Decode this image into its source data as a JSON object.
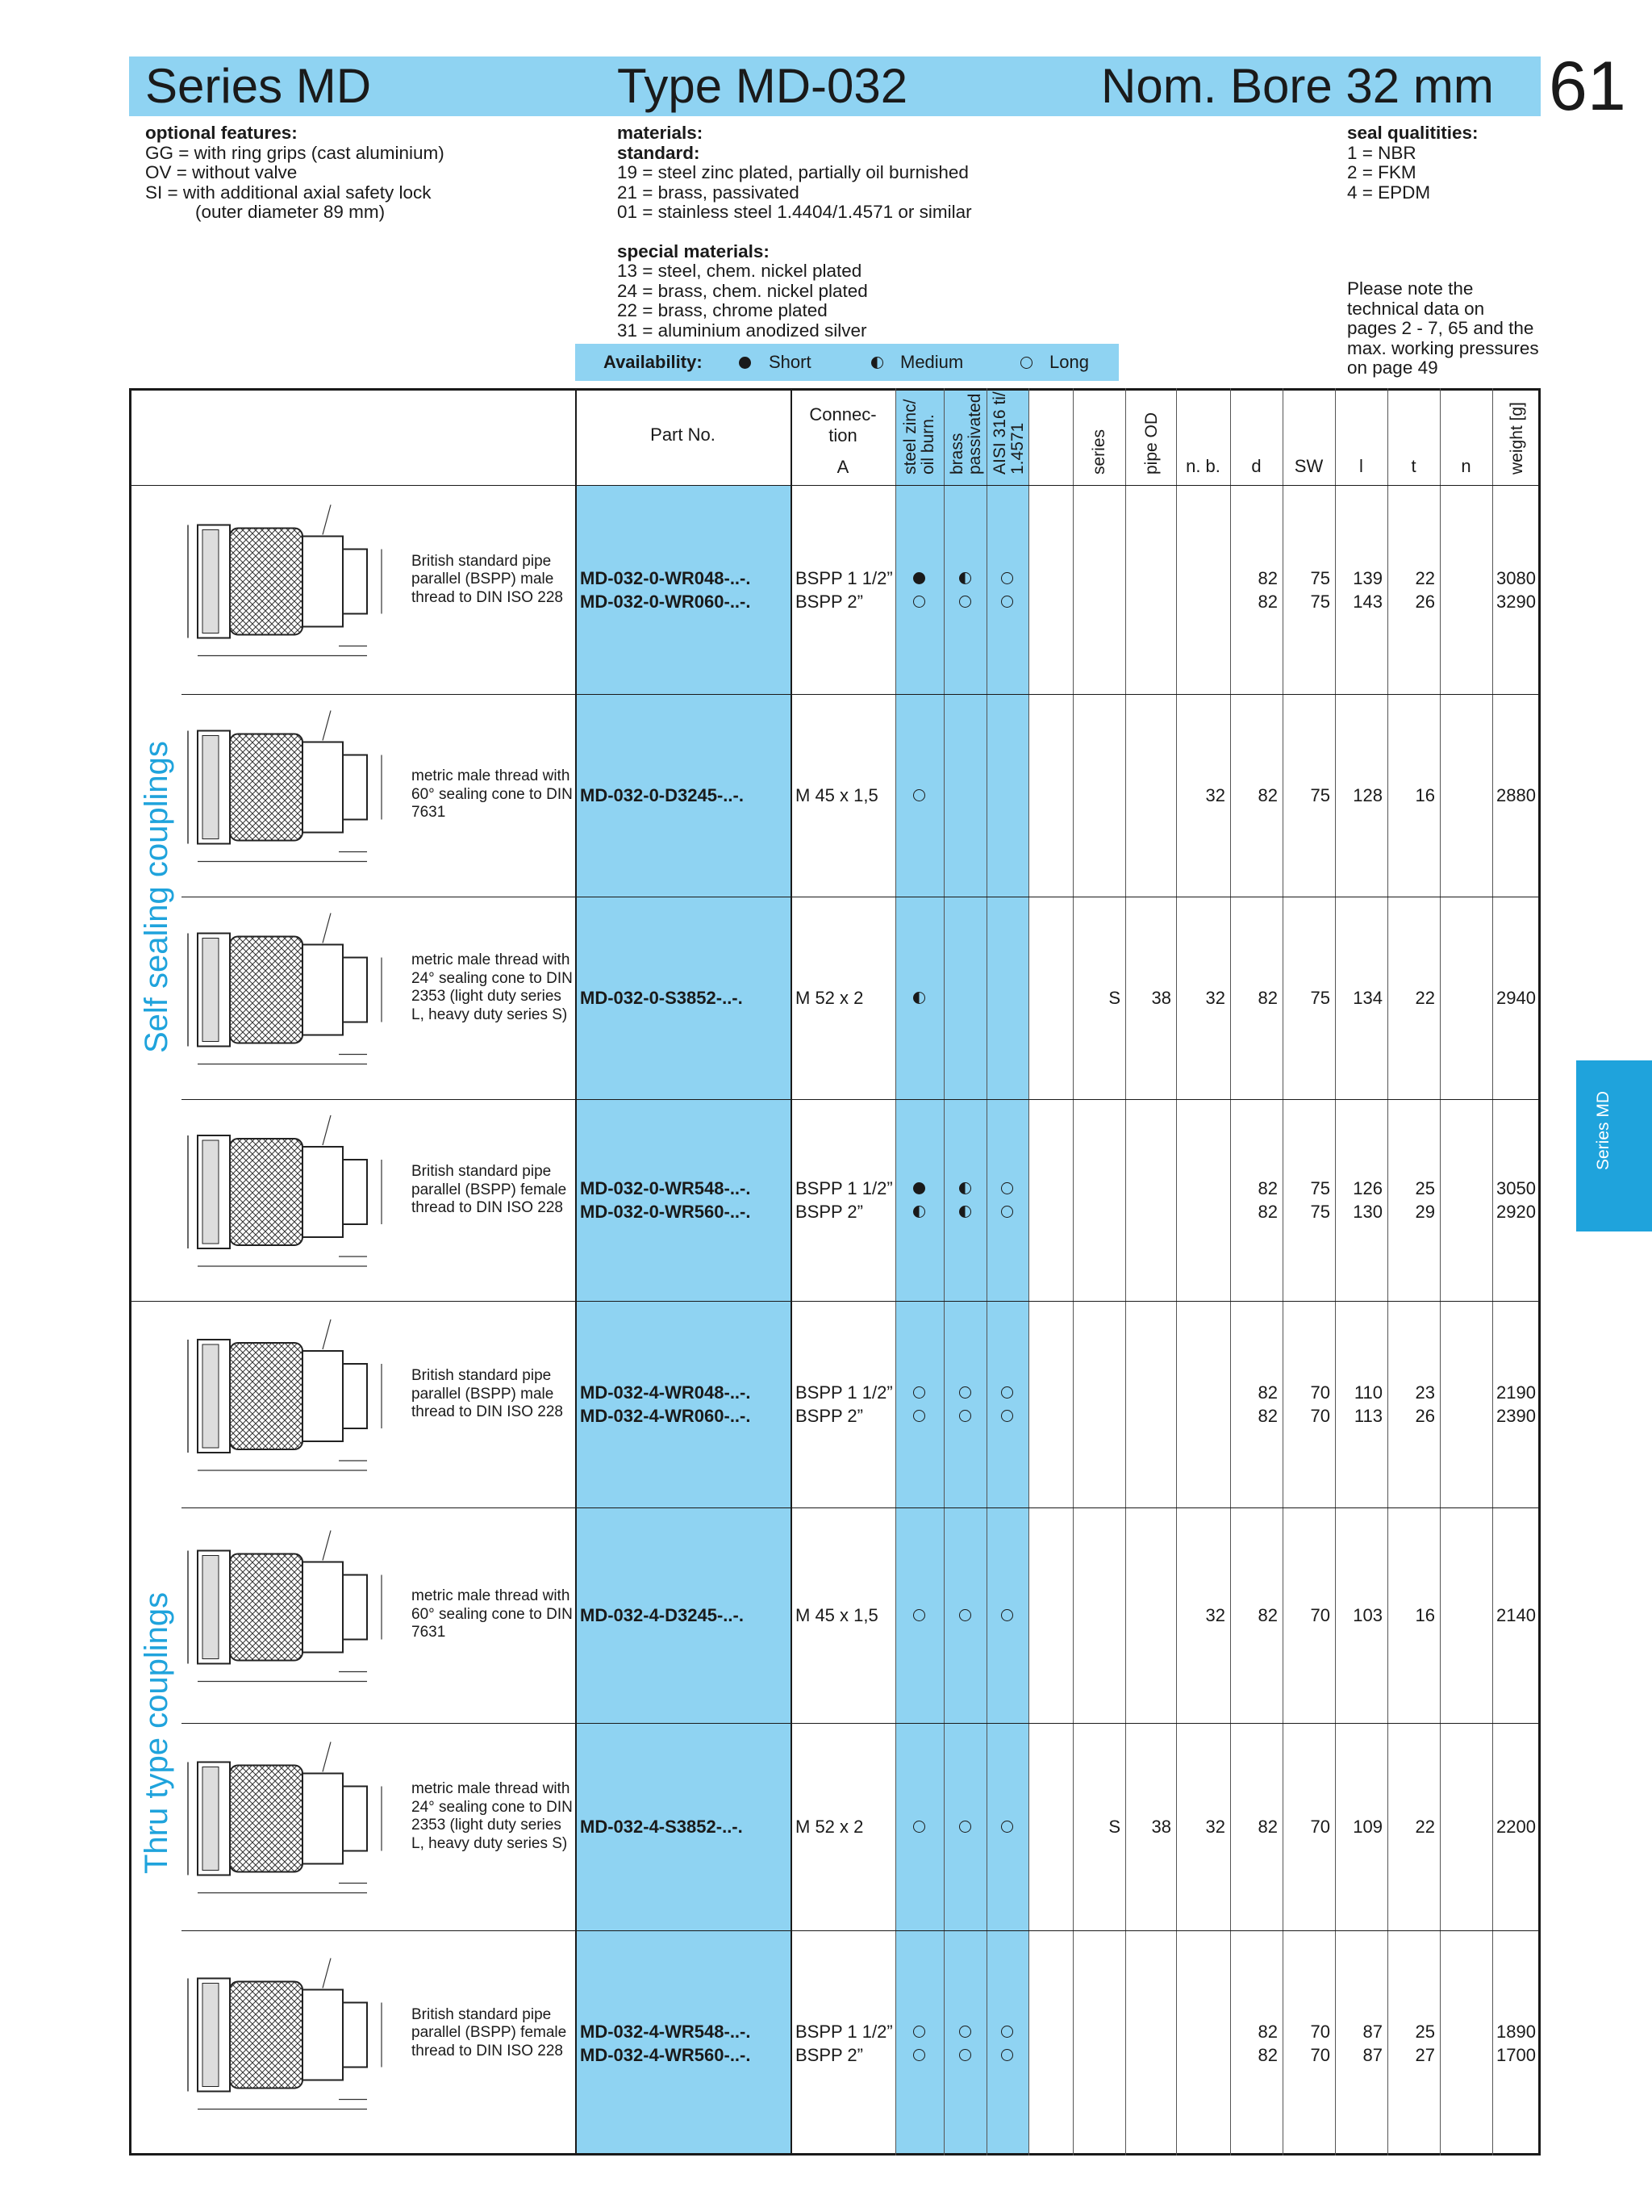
{
  "header": {
    "series": "Series MD",
    "type": "Type MD-032",
    "bore": "Nom. Bore 32 mm",
    "page_number": "61"
  },
  "optional_features": {
    "title": "optional features:",
    "lines": [
      "GG = with ring grips (cast aluminium)",
      "OV = without valve",
      "SI   = with additional axial safety lock",
      "(outer diameter 89 mm)"
    ]
  },
  "materials": {
    "title": "materials:",
    "standard_title": "standard:",
    "standard": [
      "19 = steel zinc plated, partially oil burnished",
      "21 = brass, passivated",
      "01 = stainless steel 1.4404/1.4571 or similar"
    ],
    "special_title": "special materials:",
    "special": [
      "13 = steel, chem. nickel plated",
      "24 = brass, chem. nickel plated",
      "22 = brass, chrome plated",
      "31 = aluminium anodized silver"
    ]
  },
  "seal": {
    "title": "seal qualitities:",
    "lines": [
      "1 = NBR",
      "2 = FKM",
      "4 = EPDM"
    ]
  },
  "note": {
    "lines": [
      "Please note the",
      "technical data on",
      "pages 2 - 7, 65 and the",
      "max. working pressures",
      "on page 49"
    ]
  },
  "availability": {
    "label": "Availability:",
    "short": "Short",
    "medium": "Medium",
    "long": "Long"
  },
  "columns": {
    "part_no": "Part No.",
    "connection_1": "Connec-",
    "connection_2": "tion",
    "connection_3": "A",
    "steel_1": "steel zinc/",
    "steel_2": "oil burn.",
    "brass_1": "brass",
    "brass_2": "passivated",
    "aisi_1": "AISI 316 ti/",
    "aisi_2": "1.4571",
    "series": "series",
    "pipe_od": "pipe OD",
    "nb": "n. b.",
    "d": "d",
    "sw": "SW",
    "l": "l",
    "t": "t",
    "n": "n",
    "weight": "weight [g]"
  },
  "side_labels": {
    "self_sealing": "Self sealing couplings",
    "thru_type": "Thru type couplings",
    "tab": "Series MD"
  },
  "rows": [
    {
      "desc": "British standard pipe parallel (BSPP) male thread to DIN ISO 228",
      "items": [
        {
          "part": "MD-032-0-WR048-..-.",
          "conn": "BSPP 1 1/2”",
          "steel": "short",
          "brass": "medium",
          "aisi": "long",
          "series": "",
          "pipe": "",
          "nb": "",
          "d": "82",
          "sw": "75",
          "l": "139",
          "t": "22",
          "n": "",
          "w": "3080"
        },
        {
          "part": "MD-032-0-WR060-..-.",
          "conn": "BSPP 2”",
          "steel": "long",
          "brass": "long",
          "aisi": "long",
          "series": "",
          "pipe": "",
          "nb": "",
          "d": "82",
          "sw": "75",
          "l": "143",
          "t": "26",
          "n": "",
          "w": "3290"
        }
      ]
    },
    {
      "desc": "metric male thread with 60° sealing cone to DIN 7631",
      "items": [
        {
          "part": "MD-032-0-D3245-..-.",
          "conn": "M 45 x 1,5",
          "steel": "long",
          "brass": "",
          "aisi": "",
          "series": "",
          "pipe": "",
          "nb": "32",
          "d": "82",
          "sw": "75",
          "l": "128",
          "t": "16",
          "n": "",
          "w": "2880"
        }
      ]
    },
    {
      "desc": "metric male thread with 24° sealing cone to DIN 2353 (light duty series L, heavy duty series S)",
      "items": [
        {
          "part": "MD-032-0-S3852-..-.",
          "conn": "M 52 x 2",
          "steel": "medium",
          "brass": "",
          "aisi": "",
          "series": "S",
          "pipe": "38",
          "nb": "32",
          "d": "82",
          "sw": "75",
          "l": "134",
          "t": "22",
          "n": "",
          "w": "2940"
        }
      ]
    },
    {
      "desc": "British standard pipe parallel (BSPP) female thread to DIN ISO 228",
      "items": [
        {
          "part": "MD-032-0-WR548-..-.",
          "conn": "BSPP 1 1/2”",
          "steel": "short",
          "brass": "medium",
          "aisi": "long",
          "series": "",
          "pipe": "",
          "nb": "",
          "d": "82",
          "sw": "75",
          "l": "126",
          "t": "25",
          "n": "",
          "w": "3050"
        },
        {
          "part": "MD-032-0-WR560-..-.",
          "conn": "BSPP 2”",
          "steel": "medium",
          "brass": "medium",
          "aisi": "long",
          "series": "",
          "pipe": "",
          "nb": "",
          "d": "82",
          "sw": "75",
          "l": "130",
          "t": "29",
          "n": "",
          "w": "2920"
        }
      ]
    },
    {
      "desc": "British standard pipe parallel (BSPP) male thread to DIN ISO 228",
      "items": [
        {
          "part": "MD-032-4-WR048-..-.",
          "conn": "BSPP 1 1/2”",
          "steel": "long",
          "brass": "long",
          "aisi": "long",
          "series": "",
          "pipe": "",
          "nb": "",
          "d": "82",
          "sw": "70",
          "l": "110",
          "t": "23",
          "n": "",
          "w": "2190"
        },
        {
          "part": "MD-032-4-WR060-..-.",
          "conn": "BSPP 2”",
          "steel": "long",
          "brass": "long",
          "aisi": "long",
          "series": "",
          "pipe": "",
          "nb": "",
          "d": "82",
          "sw": "70",
          "l": "113",
          "t": "26",
          "n": "",
          "w": "2390"
        }
      ]
    },
    {
      "desc": "metric male thread with 60° sealing cone to DIN 7631",
      "items": [
        {
          "part": "MD-032-4-D3245-..-.",
          "conn": "M 45 x 1,5",
          "steel": "long",
          "brass": "long",
          "aisi": "long",
          "series": "",
          "pipe": "",
          "nb": "32",
          "d": "82",
          "sw": "70",
          "l": "103",
          "t": "16",
          "n": "",
          "w": "2140"
        }
      ]
    },
    {
      "desc": "metric male thread with 24° sealing cone to DIN 2353 (light duty series L, heavy duty series S)",
      "items": [
        {
          "part": "MD-032-4-S3852-..-.",
          "conn": "M 52 x 2",
          "steel": "long",
          "brass": "long",
          "aisi": "long",
          "series": "S",
          "pipe": "38",
          "nb": "32",
          "d": "82",
          "sw": "70",
          "l": "109",
          "t": "22",
          "n": "",
          "w": "2200"
        }
      ]
    },
    {
      "desc": "British standard pipe parallel (BSPP) female thread to DIN ISO 228",
      "items": [
        {
          "part": "MD-032-4-WR548-..-.",
          "conn": "BSPP 1 1/2”",
          "steel": "long",
          "brass": "long",
          "aisi": "long",
          "series": "",
          "pipe": "",
          "nb": "",
          "d": "82",
          "sw": "70",
          "l": "87",
          "t": "25",
          "n": "",
          "w": "1890"
        },
        {
          "part": "MD-032-4-WR560-..-.",
          "conn": "BSPP 2”",
          "steel": "long",
          "brass": "long",
          "aisi": "long",
          "series": "",
          "pipe": "",
          "nb": "",
          "d": "82",
          "sw": "70",
          "l": "87",
          "t": "27",
          "n": "",
          "w": "1700"
        }
      ]
    }
  ]
}
